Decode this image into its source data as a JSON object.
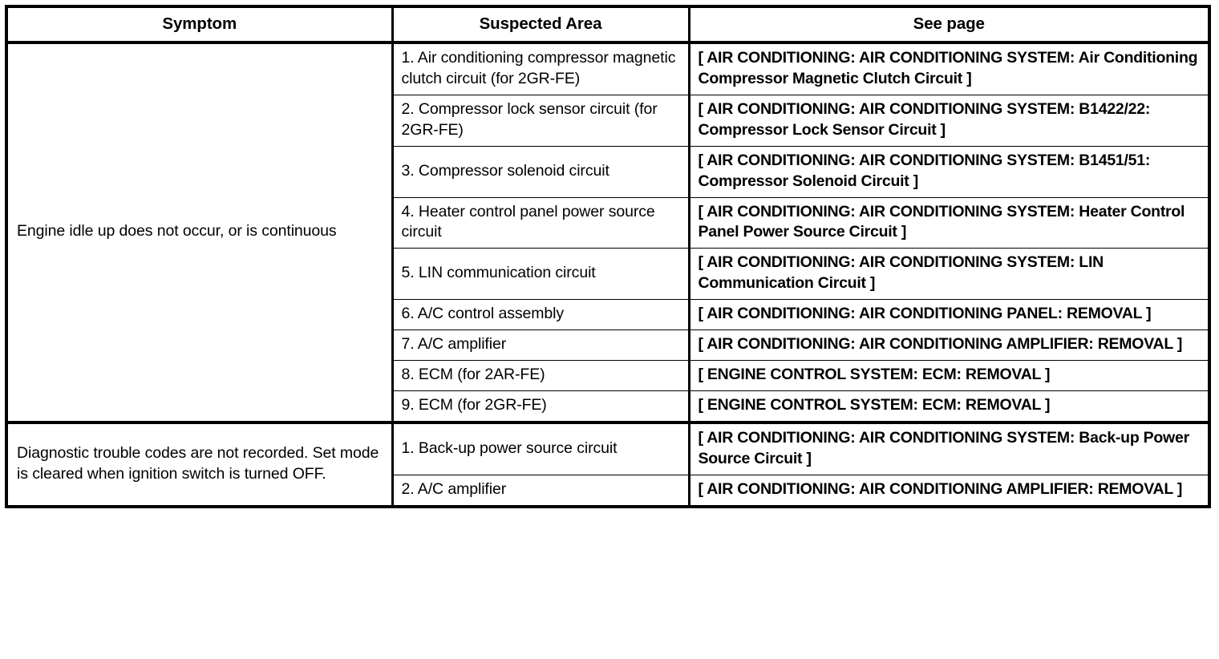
{
  "table": {
    "headers": {
      "symptom": "Symptom",
      "suspected_area": "Suspected Area",
      "see_page": "See page"
    },
    "groups": [
      {
        "symptom": "Engine idle up does not occur, or is continuous",
        "rows": [
          {
            "suspected_area": "1. Air conditioning compressor magnetic clutch circuit (for 2GR-FE)",
            "see_page": "[ AIR CONDITIONING: AIR CONDITIONING SYSTEM: Air Conditioning Compressor Magnetic Clutch Circuit ]"
          },
          {
            "suspected_area": "2. Compressor lock sensor circuit (for 2GR-FE)",
            "see_page": "[ AIR CONDITIONING: AIR CONDITIONING SYSTEM: B1422/22: Compressor Lock Sensor Circuit ]"
          },
          {
            "suspected_area": "3. Compressor solenoid circuit",
            "see_page": "[ AIR CONDITIONING: AIR CONDITIONING SYSTEM: B1451/51: Compressor Solenoid Circuit ]"
          },
          {
            "suspected_area": "4. Heater control panel power source circuit",
            "see_page": "[ AIR CONDITIONING: AIR CONDITIONING SYSTEM: Heater Control Panel Power Source Circuit ]"
          },
          {
            "suspected_area": "5. LIN communication circuit",
            "see_page": "[ AIR CONDITIONING: AIR CONDITIONING SYSTEM: LIN Communication Circuit ]"
          },
          {
            "suspected_area": "6. A/C control assembly",
            "see_page": "[ AIR CONDITIONING: AIR CONDITIONING PANEL: REMOVAL ]"
          },
          {
            "suspected_area": "7. A/C amplifier",
            "see_page": "[ AIR CONDITIONING: AIR CONDITIONING AMPLIFIER: REMOVAL ]"
          },
          {
            "suspected_area": "8. ECM (for 2AR-FE)",
            "see_page": "[ ENGINE CONTROL SYSTEM: ECM: REMOVAL ]"
          },
          {
            "suspected_area": "9. ECM (for 2GR-FE)",
            "see_page": "[ ENGINE CONTROL SYSTEM: ECM: REMOVAL ]"
          }
        ]
      },
      {
        "symptom": "Diagnostic trouble codes are not recorded. Set mode is cleared when ignition switch is turned OFF.",
        "rows": [
          {
            "suspected_area": "1. Back-up power source circuit",
            "see_page": "[ AIR CONDITIONING: AIR CONDITIONING SYSTEM: Back-up Power Source Circuit ]"
          },
          {
            "suspected_area": "2. A/C amplifier",
            "see_page": "[ AIR CONDITIONING: AIR CONDITIONING AMPLIFIER: REMOVAL ]"
          }
        ]
      }
    ]
  },
  "colors": {
    "border": "#000000",
    "text": "#000000",
    "background": "#ffffff"
  }
}
